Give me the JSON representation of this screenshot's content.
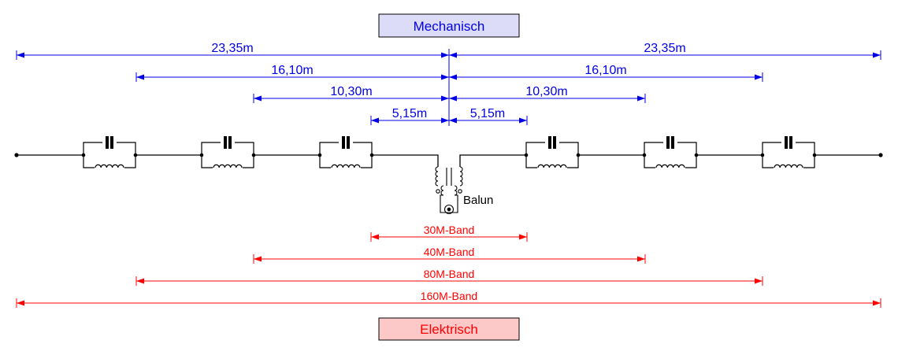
{
  "mechanical": {
    "title": "Mechanisch",
    "left": [
      "23,35m",
      "16,10m",
      "10,30m",
      "5,15m"
    ],
    "right": [
      "23,35m",
      "16,10m",
      "10,30m",
      "5,15m"
    ]
  },
  "electrical": {
    "title": "Elektrisch",
    "bands": [
      "30M-Band",
      "40M-Band",
      "80M-Band",
      "160M-Band"
    ]
  },
  "balun": {
    "label": "Balun"
  },
  "colors": {
    "mechanical": "#0000e6",
    "mechanical_box": "#dcdcf8",
    "electrical": "#ff0000",
    "electrical_box": "#fcc8c8",
    "wire": "#000000"
  }
}
